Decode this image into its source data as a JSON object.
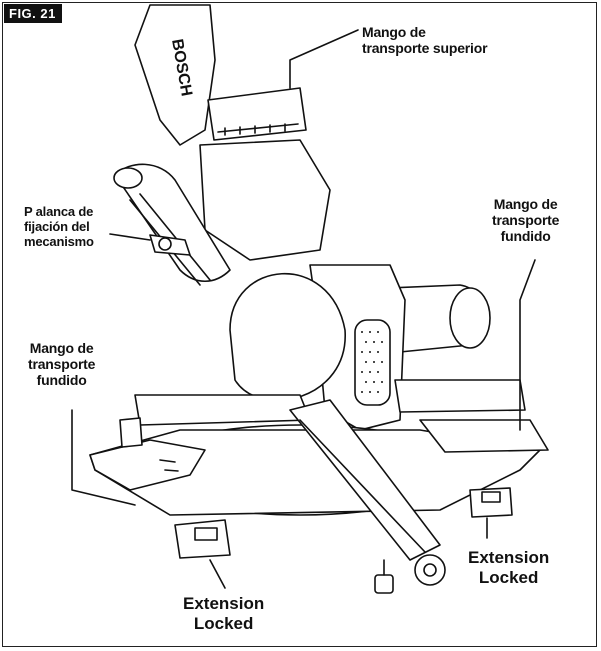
{
  "figure": {
    "tag": "FIG. 21"
  },
  "callouts": {
    "top_handle": [
      "Mango de",
      "transporte superior"
    ],
    "bevel_lever": [
      "P alanca de",
      "fijación del",
      "mecanismo"
    ],
    "right_handle": [
      "Mango de",
      "transporte",
      "fundido"
    ],
    "left_handle": [
      "Mango de",
      "transporte",
      "fundido"
    ],
    "right_extension": [
      "Extension",
      "Locked"
    ],
    "front_extension": [
      "Extension",
      "Locked"
    ]
  },
  "brand_text": "BOSCH"
}
